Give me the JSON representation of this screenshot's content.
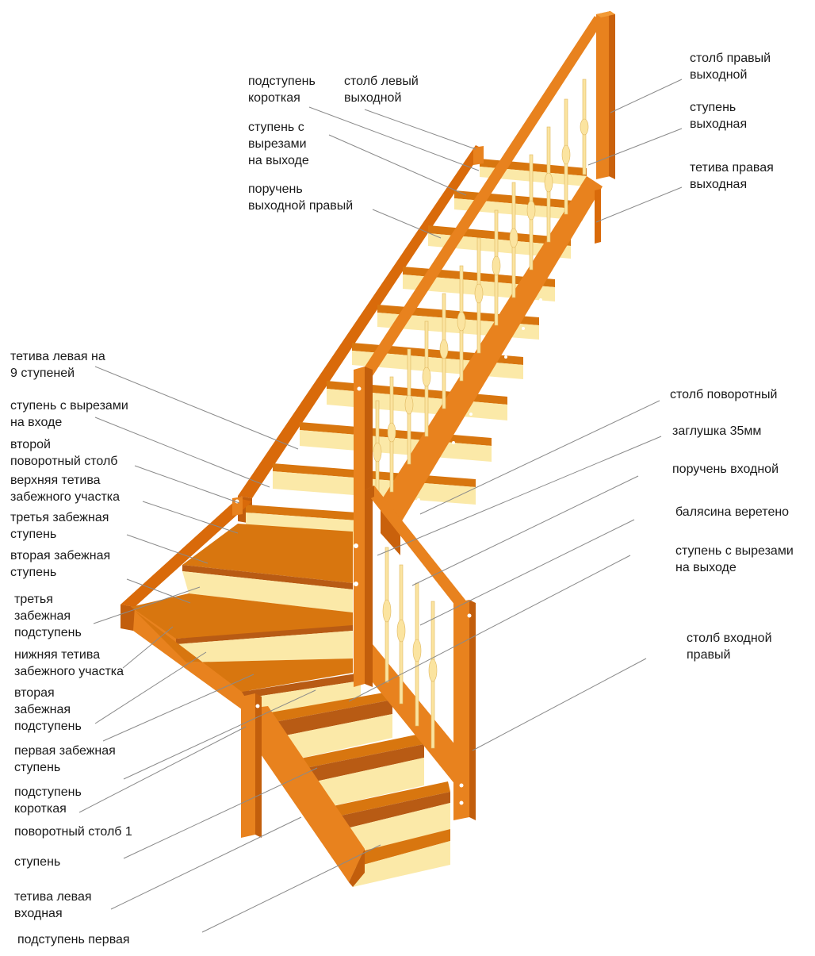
{
  "labels": [
    {
      "id": "podstupen-korotkaya-top",
      "text": "подступень\nкороткая"
    },
    {
      "id": "stolb-levyi-vyhodnoi",
      "text": "столб левый\nвыходной"
    },
    {
      "id": "stupen-vyrezy-vyhod-top",
      "text": "ступень с\nвырезами\nна выходе"
    },
    {
      "id": "poruchen-vyhodnoi-pravyi",
      "text": "поручень\nвыходной правый"
    },
    {
      "id": "stolb-pravyi-vyhodnoi",
      "text": "столб правый\nвыходной"
    },
    {
      "id": "stupen-vyhodnaya",
      "text": "ступень\n выходная"
    },
    {
      "id": "tetiva-pravaya-vyhodnaya",
      "text": "тетива правая\nвыходная"
    },
    {
      "id": "tetiva-levaya-9",
      "text": "тетива левая на\n9 ступеней"
    },
    {
      "id": "stupen-vyrezy-vhod",
      "text": "ступень с вырезами\nна входе"
    },
    {
      "id": "vtoroi-povorotnyi-stolb",
      "text": "второй\nповоротный столб"
    },
    {
      "id": "verhnyaya-tetiva-zabeg",
      "text": "верхняя тетива\nзабежного участка"
    },
    {
      "id": "tretya-zabeg-stupen",
      "text": "третья забежная\nступень"
    },
    {
      "id": "vtoraya-zabeg-stupen",
      "text": "вторая забежная\nступень"
    },
    {
      "id": "tretya-zabeg-podstupen",
      "text": "третья\nзабежная\nподступень"
    },
    {
      "id": "nizhnyaya-tetiva-zabeg",
      "text": "нижняя тетива\nзабежного участка"
    },
    {
      "id": "vtoraya-zabeg-podstupen",
      "text": "вторая\nзабежная\nподступень"
    },
    {
      "id": "pervaya-zabeg-stupen",
      "text": "первая забежная\nступень"
    },
    {
      "id": "podstupen-korotkaya-bottom",
      "text": "подступень\nкороткая"
    },
    {
      "id": "povorotnyi-stolb-1",
      "text": "поворотный столб 1"
    },
    {
      "id": "stupen",
      "text": "ступень"
    },
    {
      "id": "tetiva-levaya-vhodnaya",
      "text": "тетива левая\nвходная"
    },
    {
      "id": "podstupen-pervaya",
      "text": "подступень первая"
    },
    {
      "id": "stolb-povorotnyi",
      "text": "столб поворотный"
    },
    {
      "id": "zaglushka",
      "text": "заглушка 35мм"
    },
    {
      "id": "poruchen-vhodnoi",
      "text": "поручень входной"
    },
    {
      "id": "balyasina",
      "text": "балясина веретено"
    },
    {
      "id": "stupen-vyrezy-vyhod-right",
      "text": "ступень с вырезами\nна выходе"
    },
    {
      "id": "stolb-vhodnoi-pravyi",
      "text": "столб входной\nправый"
    }
  ],
  "colors": {
    "wood_dark": "#d96a0a",
    "wood_mid": "#e8821e",
    "wood_light": "#f29a36",
    "tread_top": "#d8760f",
    "tread_edge": "#b85b14",
    "riser": "#fbe9a8",
    "baluster": "#fbe4a0",
    "leader_line": "#8a8a8a"
  }
}
